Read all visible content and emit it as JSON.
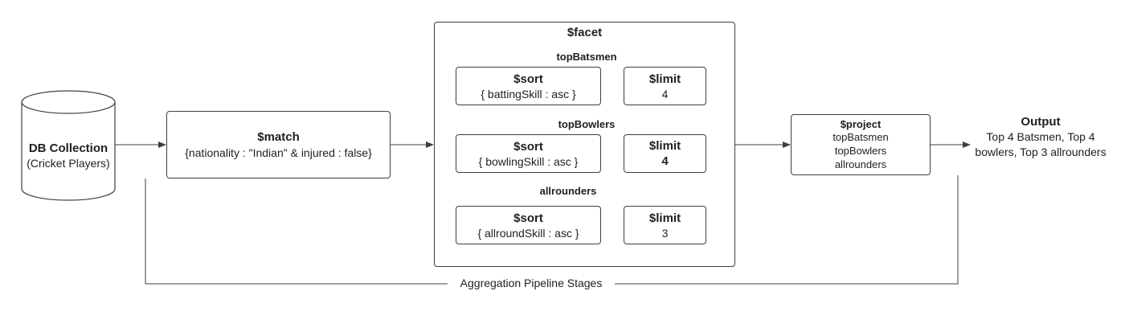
{
  "db": {
    "title": "DB Collection",
    "subtitle": "(Cricket Players)"
  },
  "match": {
    "title": "$match",
    "body": "{nationality : \"Indian\" & injured : false}"
  },
  "facet": {
    "title": "$facet",
    "groups": [
      {
        "name": "topBatsmen",
        "sort": {
          "title": "$sort",
          "body": "{ battingSkill : asc }"
        },
        "limit": {
          "title": "$limit",
          "value": "4"
        }
      },
      {
        "name": "topBowlers",
        "sort": {
          "title": "$sort",
          "body": "{ bowlingSkill : asc }"
        },
        "limit": {
          "title": "$limit",
          "value": "4"
        }
      },
      {
        "name": "allrounders",
        "sort": {
          "title": "$sort",
          "body": "{ allroundSkill : asc }"
        },
        "limit": {
          "title": "$limit",
          "value": "3"
        }
      }
    ]
  },
  "project": {
    "title": "$project",
    "fields": [
      "topBatsmen",
      "topBowlers",
      "allrounders"
    ]
  },
  "output": {
    "title": "Output",
    "body": "Top 4 Batsmen, Top 4 bowlers, Top 3 allrounders"
  },
  "pipeline_label": "Aggregation Pipeline Stages",
  "colors": {
    "stroke": "#3f3f3f",
    "text": "#1f1f1f"
  }
}
